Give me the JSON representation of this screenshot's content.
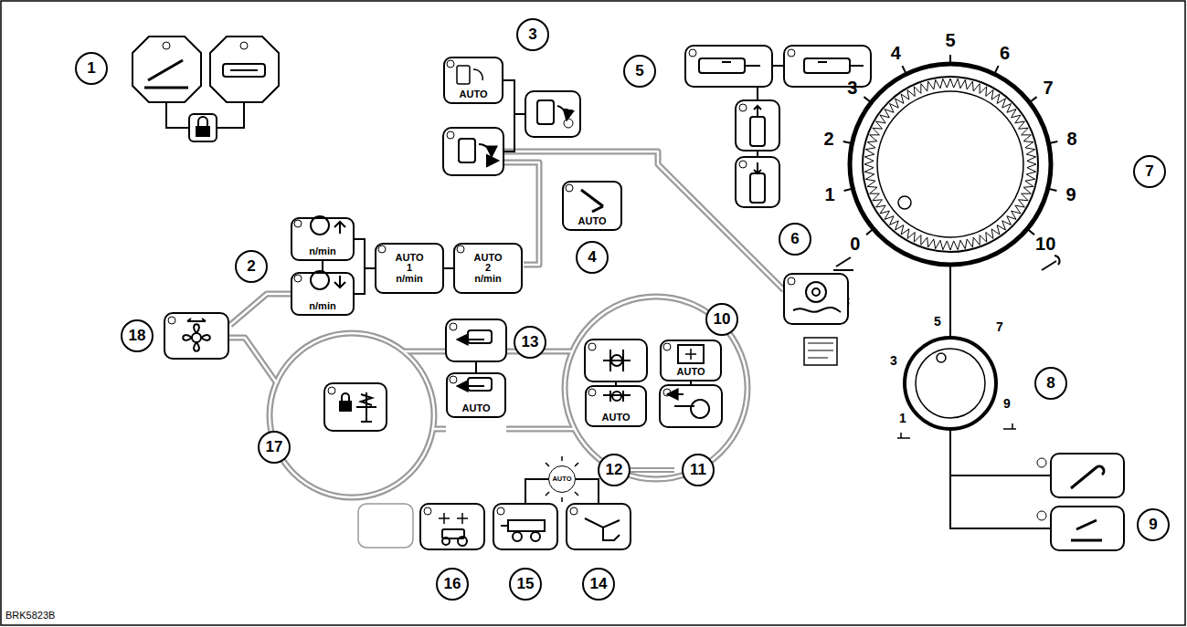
{
  "diagram": {
    "nodes": [
      {
        "text": [
          "1"
        ]
      },
      {
        "text": [
          "3"
        ]
      },
      {
        "text": [
          "AUTO"
        ]
      },
      {
        "text": [
          "5"
        ]
      },
      {
        "text": [
          "7"
        ]
      },
      {
        "text": [
          "2"
        ]
      },
      {
        "text": [
          "n/min"
        ]
      },
      {
        "text": [
          "n/min"
        ]
      },
      {
        "text": [
          "AUTO",
          "1",
          "n/min"
        ]
      },
      {
        "text": [
          "AUTO",
          "2",
          "n/min"
        ]
      },
      {
        "text": [
          "AUTO"
        ]
      },
      {
        "text": [
          "4"
        ]
      },
      {
        "text": [
          "6"
        ]
      },
      {
        "text": [
          "10"
        ]
      },
      {
        "text": [
          "AUTO"
        ]
      },
      {
        "text": [
          "13"
        ]
      },
      {
        "text": [
          "AUTO"
        ]
      },
      {
        "text": [
          "18"
        ]
      },
      {
        "text": [
          "AUTO"
        ]
      },
      {
        "text": [
          "8"
        ]
      },
      {
        "text": [
          "17"
        ]
      },
      {
        "text": [
          "12"
        ]
      },
      {
        "text": [
          "11"
        ]
      },
      {
        "text": [
          "9"
        ]
      },
      {
        "text": [
          "AUTO"
        ]
      },
      {
        "text": [
          "16"
        ]
      },
      {
        "text": [
          "15"
        ]
      },
      {
        "text": [
          "14"
        ]
      }
    ],
    "edges": [
      {
        "from": 6,
        "to": 7,
        "arrow": "none"
      },
      {
        "from": 6,
        "to": 8,
        "arrow": "none"
      },
      {
        "from": 7,
        "to": 8,
        "arrow": "none"
      },
      {
        "from": 8,
        "to": 9,
        "arrow": "none"
      }
    ],
    "labels": [
      "0",
      "1",
      "2",
      "3",
      "4",
      "5",
      "6",
      "7",
      "8",
      "9",
      "10",
      "1",
      "3",
      "5",
      "7",
      "9",
      "BRK5823B"
    ]
  }
}
